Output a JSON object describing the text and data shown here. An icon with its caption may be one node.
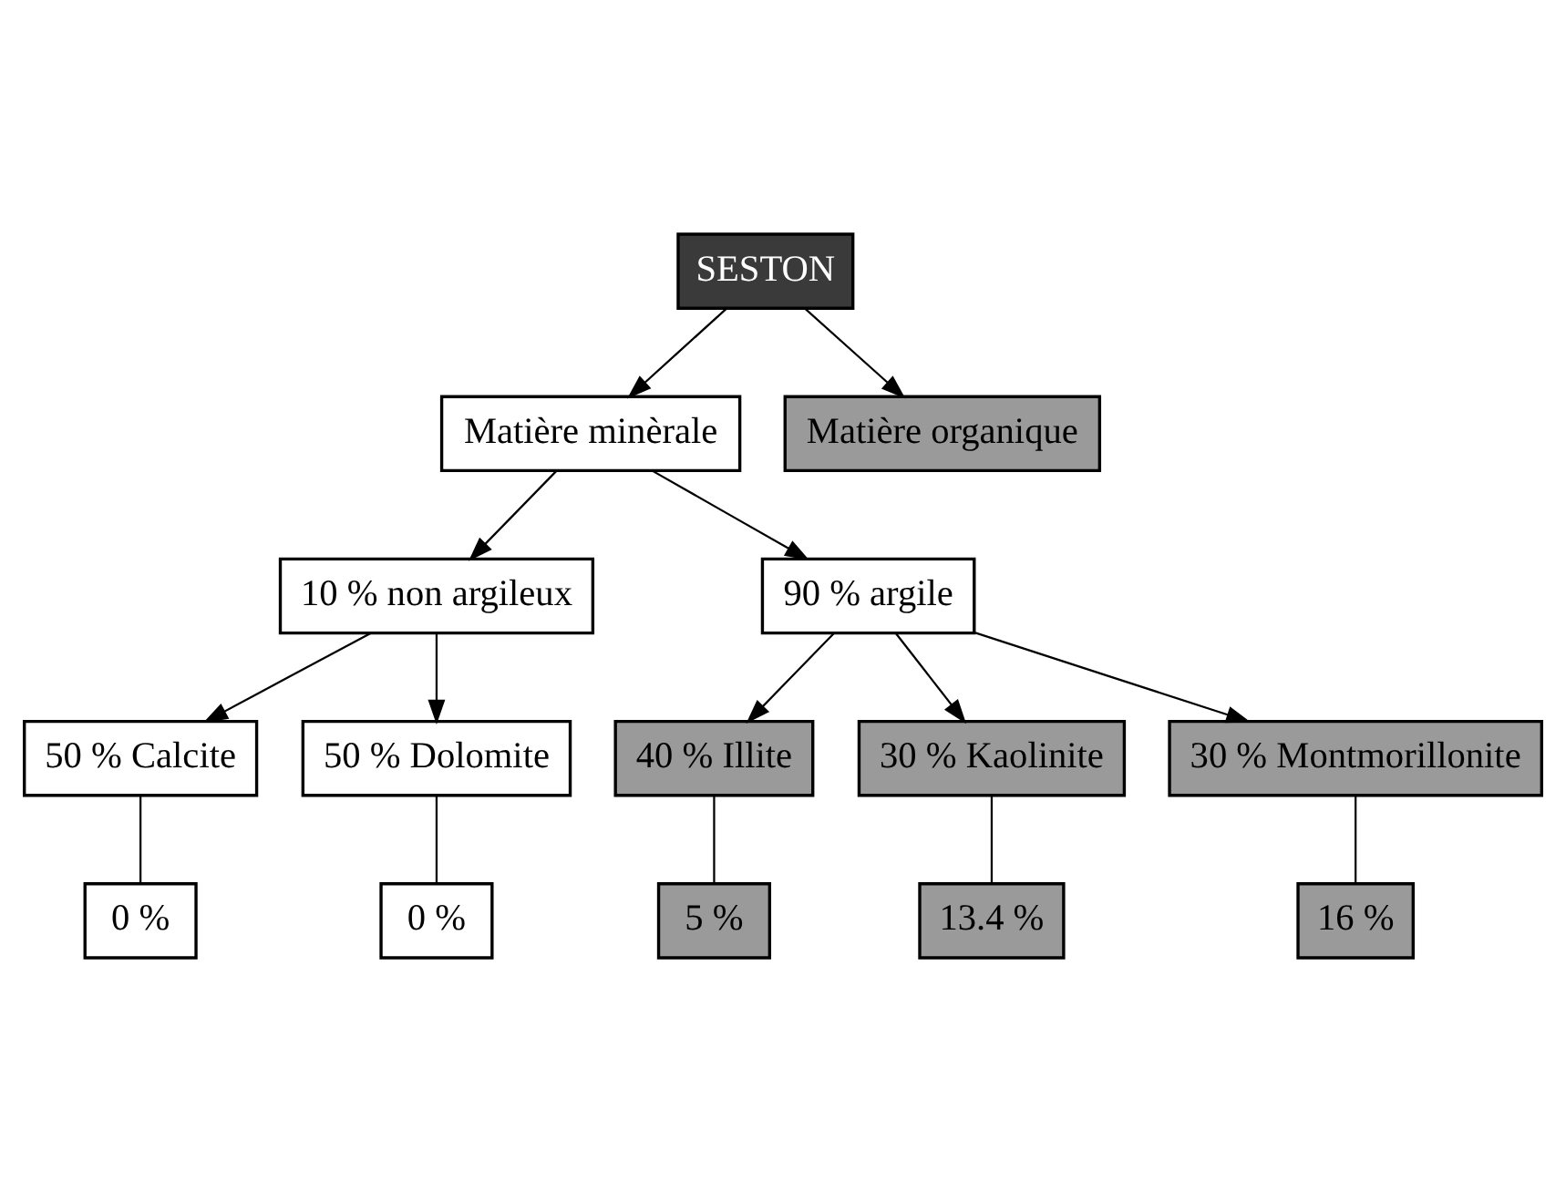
{
  "diagram": {
    "nodes": [
      {
        "text": [
          "SESTON"
        ]
      },
      {
        "text": [
          "Matière minèrale"
        ]
      },
      {
        "text": [
          "Matière organique"
        ]
      },
      {
        "text": [
          "10 % non argileux"
        ]
      },
      {
        "text": [
          "90 % argile"
        ]
      },
      {
        "text": [
          "50 % Calcite"
        ]
      },
      {
        "text": [
          "50 % Dolomite"
        ]
      },
      {
        "text": [
          "40 % Illite"
        ]
      },
      {
        "text": [
          "30 % Kaolinite"
        ]
      },
      {
        "text": [
          "30 % Montmorillonite"
        ]
      },
      {
        "text": [
          "0 %"
        ]
      },
      {
        "text": [
          "0 %"
        ]
      },
      {
        "text": [
          "5 %"
        ]
      },
      {
        "text": [
          "13.4 %"
        ]
      },
      {
        "text": [
          "16 %"
        ]
      }
    ],
    "edges": [
      {
        "from": 0,
        "to": 1,
        "arrow": "to"
      },
      {
        "from": 0,
        "to": 2,
        "arrow": "to"
      },
      {
        "from": 1,
        "to": 3,
        "arrow": "to"
      },
      {
        "from": 1,
        "to": 4,
        "arrow": "to"
      },
      {
        "from": 3,
        "to": 5,
        "arrow": "to"
      },
      {
        "from": 3,
        "to": 6,
        "arrow": "to"
      },
      {
        "from": 4,
        "to": 7,
        "arrow": "to"
      },
      {
        "from": 4,
        "to": 8,
        "arrow": "to"
      },
      {
        "from": 4,
        "to": 9,
        "arrow": "to"
      },
      {
        "from": 5,
        "to": 10,
        "arrow": "none"
      },
      {
        "from": 6,
        "to": 11,
        "arrow": "none"
      },
      {
        "from": 7,
        "to": 12,
        "arrow": "none"
      },
      {
        "from": 8,
        "to": 13,
        "arrow": "none"
      },
      {
        "from": 9,
        "to": 14,
        "arrow": "none"
      }
    ]
  }
}
